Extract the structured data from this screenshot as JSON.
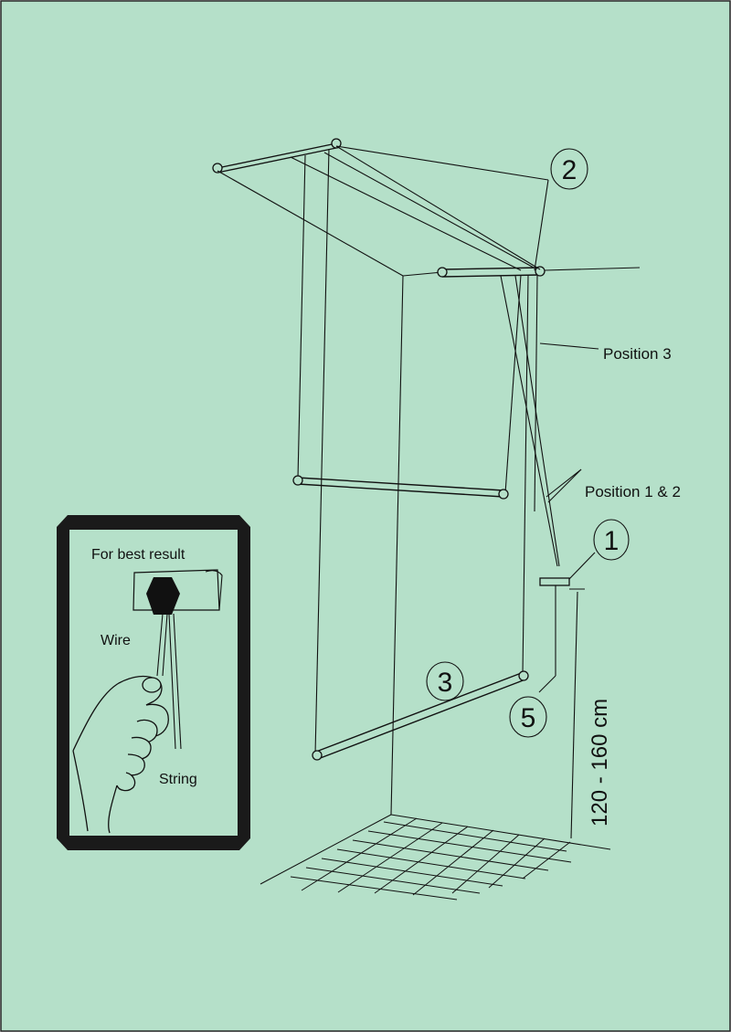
{
  "colors": {
    "background": "#b5e0c9",
    "ink": "#111111",
    "frame": "#1a1a1a"
  },
  "callouts": {
    "c1": "1",
    "c2": "2",
    "c3": "3",
    "c5": "5"
  },
  "labels": {
    "position3": "Position 3",
    "position12": "Position 1 & 2",
    "height": "120 - 160 cm"
  },
  "inset": {
    "title": "For best result",
    "wire": "Wire",
    "string": "String"
  }
}
